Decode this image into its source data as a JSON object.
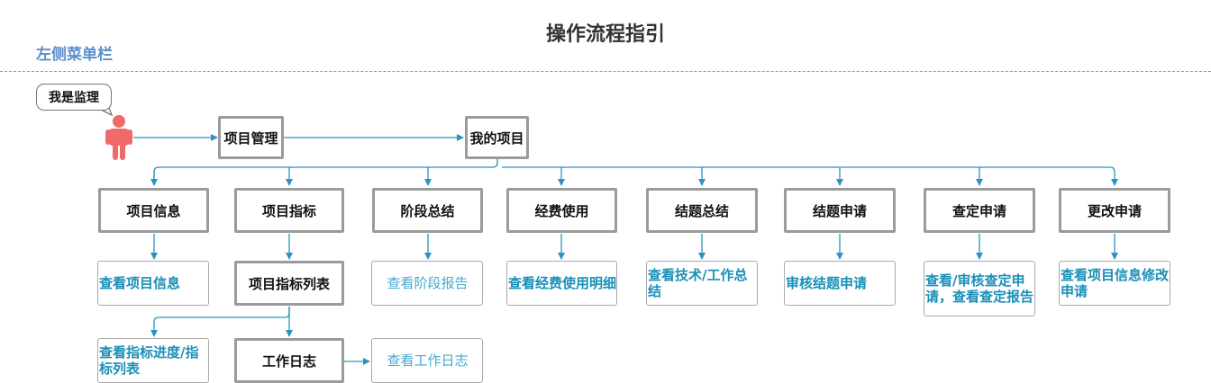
{
  "title": "操作流程指引",
  "sidebar_label": "左侧菜单栏",
  "actor_label": "我是监理",
  "top_nodes": {
    "project_management": "项目管理",
    "my_projects": "我的项目"
  },
  "modules": [
    {
      "label": "项目信息",
      "action": "查看项目信息"
    },
    {
      "label": "项目指标",
      "action": "项目指标列表"
    },
    {
      "label": "阶段总结",
      "action": "查看阶段报告"
    },
    {
      "label": "经费使用",
      "action": "查看经费使用明细"
    },
    {
      "label": "结题总结",
      "action": "查看技术/工作总结"
    },
    {
      "label": "结题申请",
      "action": "审核结题申请"
    },
    {
      "label": "查定申请",
      "action": "查看/审核查定申请，查看查定报告"
    },
    {
      "label": "更改申请",
      "action": "查看项目信息修改申请"
    }
  ],
  "indicator_branch": {
    "progress": "查看指标进度/指标列表",
    "work_log": "工作日志",
    "view_log": "查看工作日志"
  },
  "colors": {
    "line": "#2b93c0",
    "box_border": "#9b9b9b",
    "actor": "#f06a6a",
    "link_text": "#1a8fb8",
    "sidebar_label": "#5b8fc9"
  },
  "icons": {
    "actor": "person-icon"
  }
}
